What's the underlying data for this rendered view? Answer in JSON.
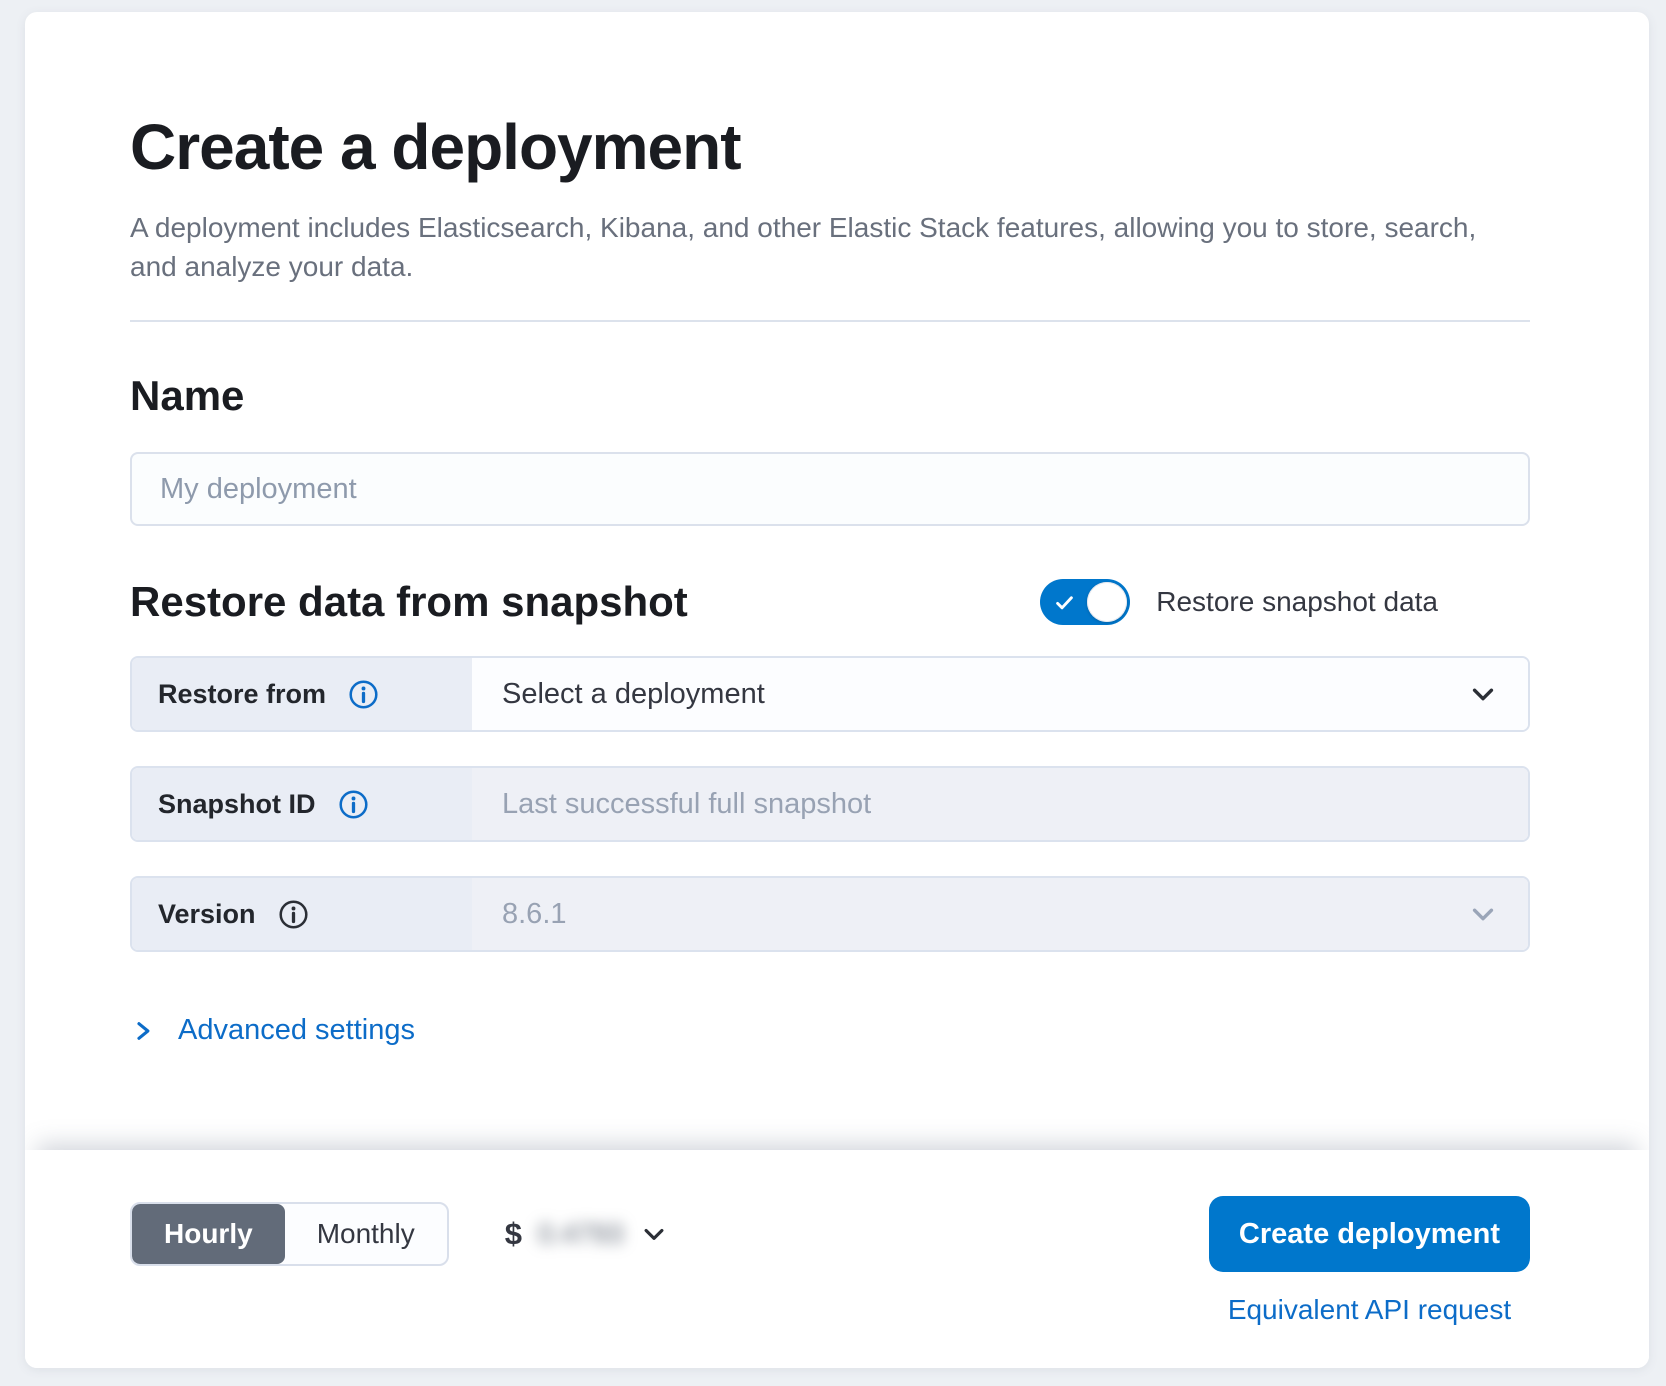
{
  "page": {
    "title": "Create a deployment",
    "subtitle": "A deployment includes Elasticsearch, Kibana, and other Elastic Stack features, allowing you to store, search, and analyze your data."
  },
  "name_section": {
    "heading": "Name",
    "input_value": "",
    "input_placeholder": "My deployment"
  },
  "snapshot_section": {
    "heading": "Restore data from snapshot",
    "toggle_label": "Restore snapshot data",
    "toggle_state": "on",
    "rows": [
      {
        "label": "Restore from",
        "value": "Select a deployment",
        "control": "select",
        "enabled": true,
        "info_icon": "info-icon"
      },
      {
        "label": "Snapshot ID",
        "value": "Last successful full snapshot",
        "control": "text-input",
        "enabled": false,
        "info_icon": "info-icon"
      },
      {
        "label": "Version",
        "value": "8.6.1",
        "control": "select",
        "enabled": false,
        "info_icon": "info-icon"
      }
    ],
    "advanced_link": "Advanced settings"
  },
  "footer": {
    "billing_period": {
      "options": [
        "Hourly",
        "Monthly"
      ],
      "selected": "Hourly"
    },
    "price": {
      "currency_symbol": "$",
      "amount": "0.4793",
      "blurred": true
    },
    "create_button_label": "Create deployment",
    "api_link_label": "Equivalent API request"
  },
  "colors": {
    "primary": "#0077cc",
    "link": "#0c6cc8",
    "toggle_on": "#0077cc",
    "segment_selected": "#626b79",
    "heading_text": "#1a1c21",
    "body_text": "#343741",
    "muted_text": "#69707d",
    "placeholder_text": "#98a2b3",
    "border": "#d3dae6",
    "label_cell_bg": "#e9edf5",
    "disabled_bg": "#eef0f6",
    "page_bg": "#edf0f4"
  }
}
